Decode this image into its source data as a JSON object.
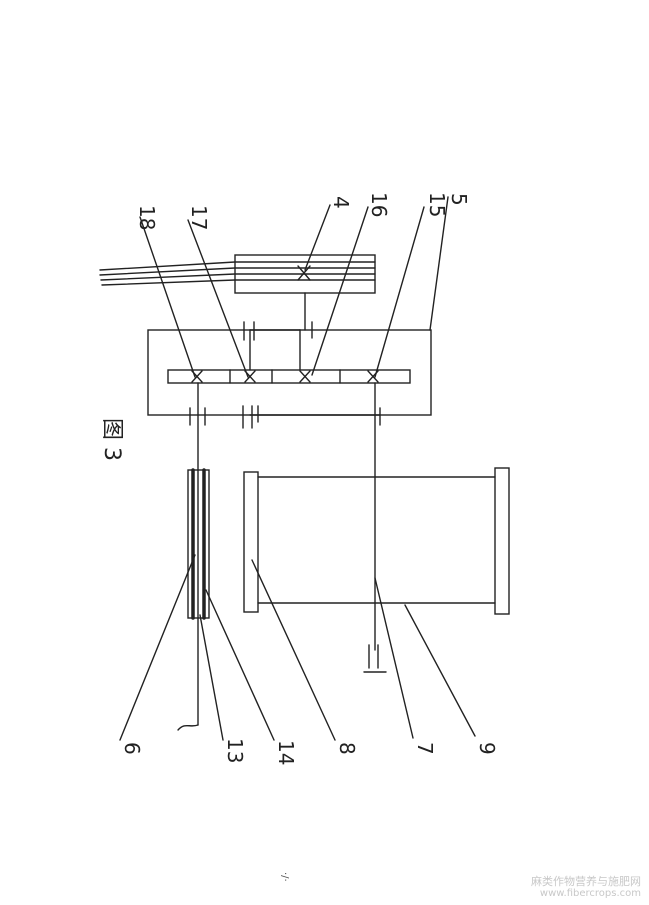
{
  "figure": {
    "caption": "图 3",
    "page_mark": "·/·"
  },
  "labels": {
    "l1": "5",
    "l2": "15",
    "l3": "16",
    "l4": "4",
    "l5": "17",
    "l6": "18",
    "l7": "9",
    "l8": "7",
    "l9": "8",
    "l10": "14",
    "l11": "13",
    "l12": "6"
  },
  "watermark": {
    "line1": "麻类作物营养与施肥网",
    "line2": "www.fibercrops.com"
  }
}
